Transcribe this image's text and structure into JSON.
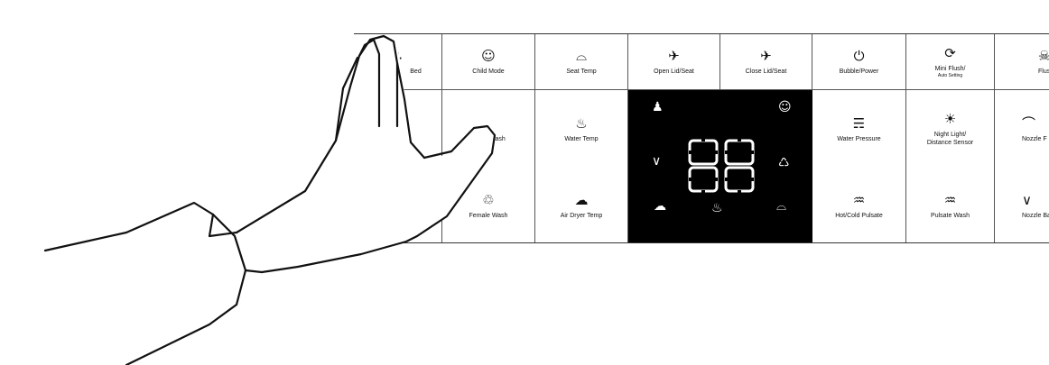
{
  "top_row": [
    {
      "id": "bed",
      "label": "Bed",
      "icon": "bed-icon",
      "glyph": "∴"
    },
    {
      "id": "child",
      "label": "Child Mode",
      "icon": "child-mode-icon",
      "glyph": "☺"
    },
    {
      "id": "seat-temp",
      "label": "Seat Temp",
      "icon": "seat-temp-icon",
      "glyph": "⌓"
    },
    {
      "id": "open-lid",
      "label": "Open Lid/Seat",
      "icon": "open-lid-icon",
      "glyph": "✈"
    },
    {
      "id": "close-lid",
      "label": "Close Lid/Seat",
      "icon": "close-lid-icon",
      "glyph": "✈"
    },
    {
      "id": "power",
      "label": "Bubble/Power",
      "icon": "power-icon",
      "glyph": "⏻"
    },
    {
      "id": "mini-flush",
      "label": "Mini Flush/",
      "sub": "Auto Setting",
      "icon": "mini-flush-icon",
      "glyph": "⟳"
    },
    {
      "id": "flush",
      "label": "Flus",
      "icon": "flush-icon",
      "glyph": "☠"
    }
  ],
  "left_block": [
    {
      "id": "wash",
      "label": "Wash",
      "icon": "wash-icon",
      "glyph": ""
    },
    {
      "id": "female-wash",
      "label": "Female Wash",
      "icon": "female-wash-icon",
      "glyph": "♲"
    }
  ],
  "temp_block": [
    {
      "id": "water-temp",
      "label": "Water Temp",
      "icon": "water-temp-icon",
      "glyph": "♨"
    },
    {
      "id": "air-dryer-temp",
      "label": "Air Dryer Temp",
      "icon": "air-dryer-icon",
      "glyph": "☁"
    }
  ],
  "right_block": [
    {
      "id": "water-pressure",
      "label": "Water Pressure",
      "icon": "water-pressure-icon",
      "glyph": "☴"
    },
    {
      "id": "hot-cold",
      "label": "Hot/Cold Pulsate",
      "icon": "hot-cold-pulsate-icon",
      "glyph": "♒"
    },
    {
      "id": "night-light",
      "label": "Night Light/",
      "sub": "Distance Sensor",
      "icon": "night-light-icon",
      "glyph": "☀"
    },
    {
      "id": "pulsate-wash",
      "label": "Pulsate Wash",
      "icon": "pulsate-wash-icon",
      "glyph": "♒"
    },
    {
      "id": "nozzle-f",
      "label": "Nozzle F",
      "icon": "nozzle-forward-icon",
      "glyph": "⌒"
    },
    {
      "id": "nozzle-b",
      "label": "Nozzle Ba",
      "icon": "nozzle-back-icon",
      "glyph": "∨"
    }
  ],
  "display": {
    "digits": "88",
    "icons": [
      "person-icon",
      "child-icon",
      "rear-wash-icon",
      "female-icon",
      "dryer-icon",
      "water-temp-icon",
      "seat-temp-icon"
    ]
  },
  "colors": {
    "panel_border": "#333333",
    "display_bg": "#000000",
    "display_fg": "#ffffff"
  }
}
